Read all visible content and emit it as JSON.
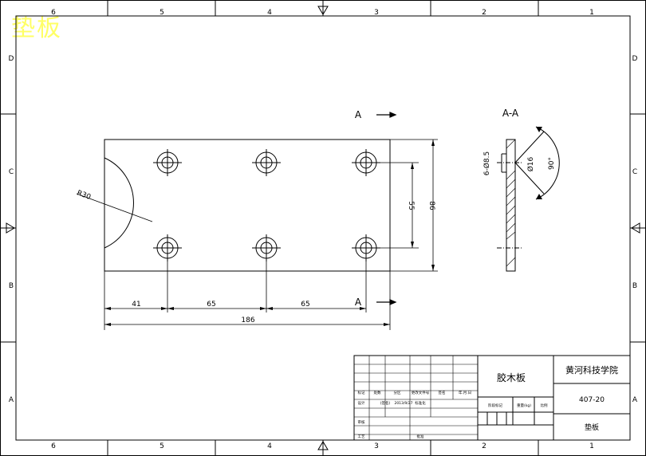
{
  "watermark": "垫板",
  "zone_columns": {
    "top": [
      "6",
      "5",
      "4",
      "3",
      "2",
      "1"
    ],
    "bottom": [
      "6",
      "5",
      "4",
      "3",
      "2",
      "1"
    ]
  },
  "zone_rows": {
    "left": [
      "D",
      "C",
      "B",
      "A"
    ],
    "right": [
      "D",
      "C",
      "B",
      "A"
    ]
  },
  "drawing": {
    "section_label": "A",
    "section_title": "A-A",
    "radius": "R30",
    "dim_41": "41",
    "dim_65a": "65",
    "dim_65b": "65",
    "dim_186": "186",
    "dim_55": "55",
    "dim_86": "86",
    "hole_callout": "6-Ø8.5",
    "counterbore": "Ø16",
    "angle": "90°"
  },
  "title_block": {
    "material": "胶木板",
    "school": "黄河科技学院",
    "drawing_no": "407-20",
    "part_name": "垫板",
    "cell_labels": {
      "r1c1": "标记",
      "r1c2": "处数",
      "r1c3": "分区",
      "r1c4": "更改文件号",
      "r1c5": "签名",
      "r1c6": "年.月.日",
      "r2c1": "设计",
      "r2c2": "(签名)",
      "r2c3": "2013/9/27",
      "r2c4": "标准化",
      "r3c1": "审核",
      "r4c1": "工艺",
      "r4c3": "批准",
      "stage": "阶段标记",
      "weight": "重量(kg)",
      "scale": "比例"
    }
  }
}
